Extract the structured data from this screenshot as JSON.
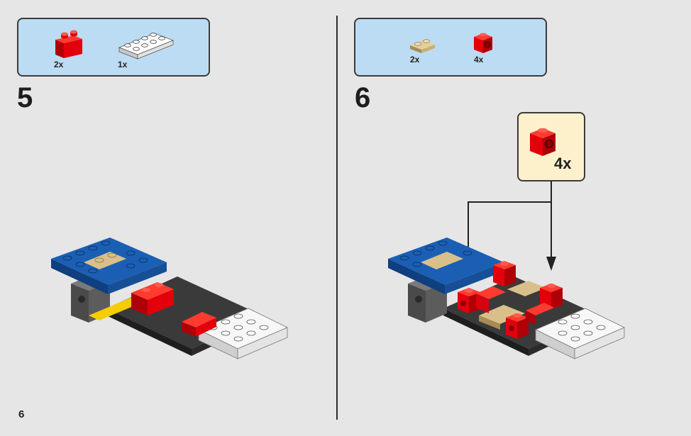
{
  "page": {
    "number": "6"
  },
  "steps": [
    {
      "number": "5",
      "parts": [
        {
          "icon": "red-2x1-brick-icon",
          "qty": "2x"
        },
        {
          "icon": "white-2x4-plate-icon",
          "qty": "1x"
        }
      ]
    },
    {
      "number": "6",
      "parts": [
        {
          "icon": "tan-1x2-plate-icon",
          "qty": "2x"
        },
        {
          "icon": "red-1x1-brick-with-stud-icon",
          "qty": "4x"
        }
      ],
      "callout": {
        "icon": "red-1x1-brick-with-stud-icon",
        "qty": "4x"
      }
    }
  ],
  "colors": {
    "background": "#e6e6e6",
    "parts_box": "#bcdcf4",
    "callout_box": "#fdf1cc",
    "brick_red": "#e3000b",
    "brick_blue": "#1b5fb4",
    "brick_tan": "#d9c08a",
    "brick_dark": "#2b2b2b",
    "brick_white": "#f4f4f4",
    "brick_grey": "#5c5c5c",
    "brick_yellow": "#f5cd00"
  }
}
